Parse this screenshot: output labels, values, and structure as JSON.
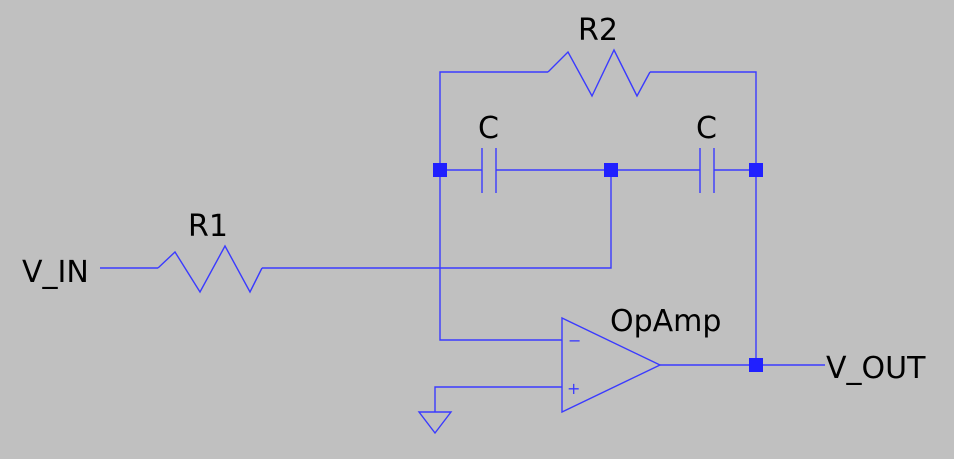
{
  "schematic": {
    "background": "#c0c0c0",
    "wire_color": "#3a3aff",
    "node_color": "#2020ff",
    "labels": {
      "v_in": "V_IN",
      "v_out": "V_OUT",
      "r1": "R1",
      "r2": "R2",
      "c_left": "C",
      "c_right": "C",
      "opamp": "OpAmp"
    },
    "opamp_pins": {
      "inverting": "−",
      "non_inverting": "+"
    },
    "ground_icon": "ground-icon"
  }
}
